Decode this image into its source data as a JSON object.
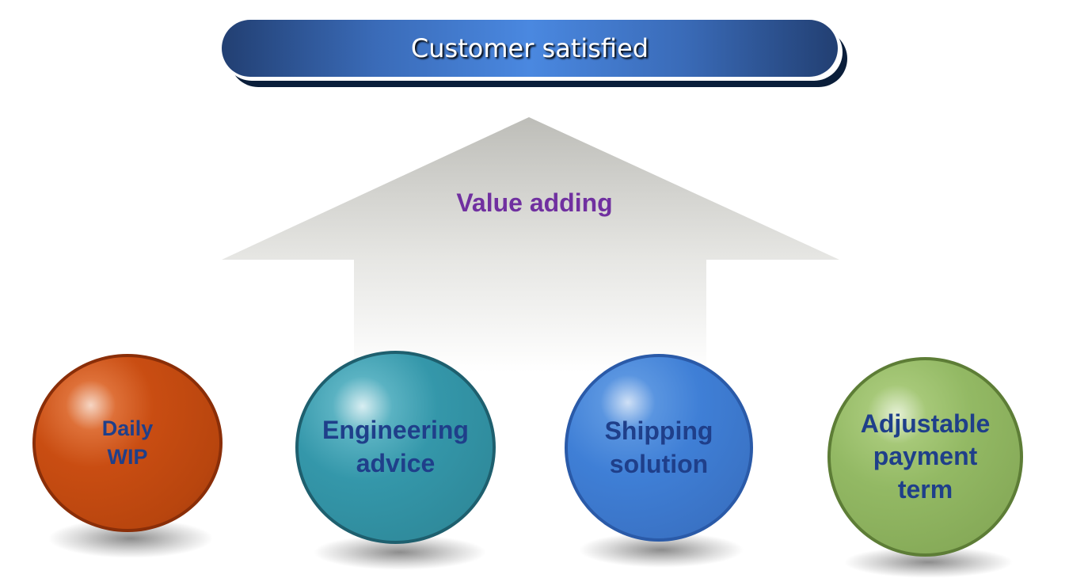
{
  "header": {
    "title": "Customer satisfied"
  },
  "arrow": {
    "label": "Value adding"
  },
  "items": [
    {
      "label": "Daily\nWIP",
      "color": "#c94d12"
    },
    {
      "label": "Engineering\nadvice",
      "color": "#3497aa"
    },
    {
      "label": "Shipping\nsolution",
      "color": "#3f7fd6"
    },
    {
      "label": "Adjustable\npayment\nterm",
      "color": "#93b964"
    }
  ],
  "colors": {
    "banner": "#4a88e0",
    "label_text": "#1f3f8a",
    "arrow_label": "#7030a0"
  }
}
